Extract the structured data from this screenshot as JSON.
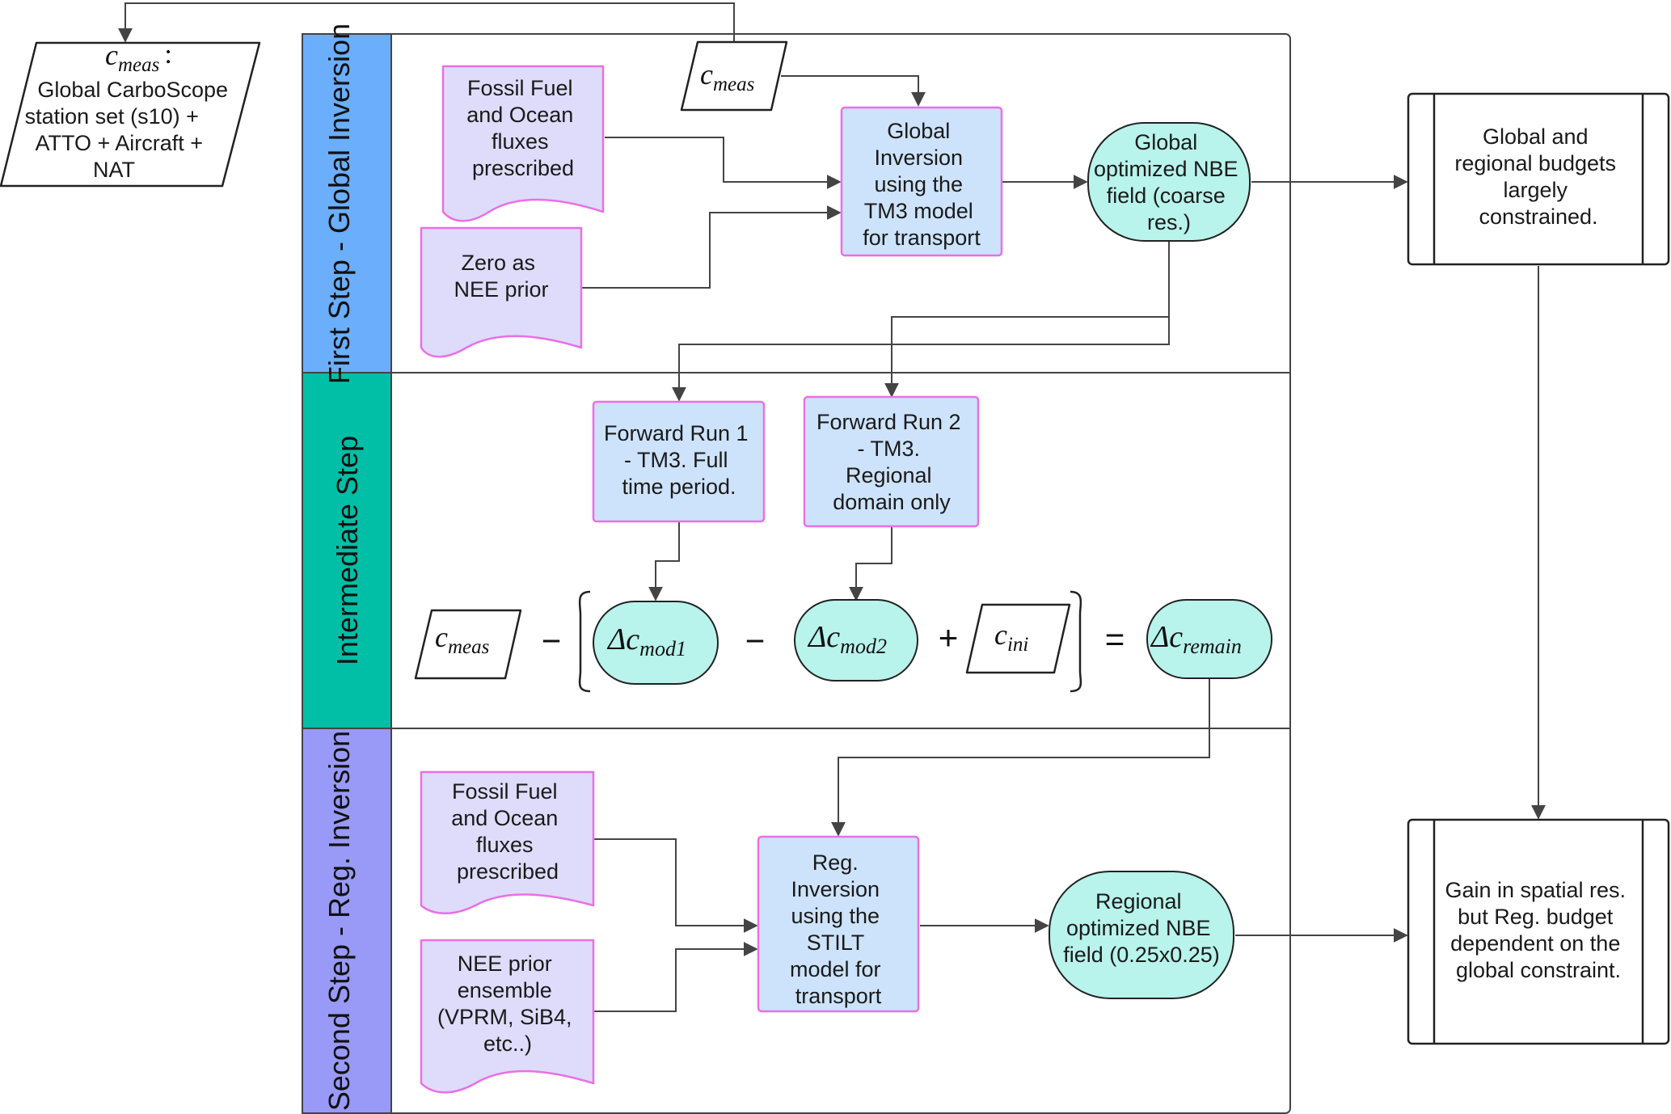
{
  "colors": {
    "lane_first": "#6aaefc",
    "lane_intermediate": "#00bfa6",
    "lane_second": "#9999f7",
    "process_fill": "#cde3fb",
    "process_stroke": "#ea6fe5",
    "document_fill": "#dedcfa",
    "document_stroke": "#ea6fe5",
    "terminal_fill": "#b8f3ec",
    "edge": "#444444"
  },
  "lanes": {
    "first": "First Step - Global Inversion",
    "intermediate": "Intermediate Step",
    "second": "Second Step - Reg. Inversion"
  },
  "input": {
    "symbol_base": "c",
    "symbol_sub": "meas",
    "symbol_colon": ":",
    "lines": [
      "Global CarboScope",
      "station set (s10) +",
      "ATTO + Aircraft +",
      "NAT"
    ]
  },
  "first_step": {
    "cmeas_base": "c",
    "cmeas_sub": "meas",
    "ff_lines": [
      "Fossil Fuel",
      "and Ocean",
      "fluxes",
      "prescribed"
    ],
    "zero_lines": [
      "Zero as",
      "NEE prior"
    ],
    "global_inv_lines": [
      "Global",
      "Inversion",
      "using the",
      "TM3 model",
      "for transport"
    ],
    "nbe_lines": [
      "Global",
      "optimized NBE",
      "field (coarse",
      "res.)"
    ]
  },
  "intermediate": {
    "fwd1_lines": [
      "Forward Run 1",
      "- TM3. Full",
      "time period."
    ],
    "fwd2_lines": [
      "Forward Run 2",
      "- TM3.",
      "Regional",
      "domain only"
    ],
    "eq_cmeas_base": "c",
    "eq_cmeas_sub": "meas",
    "minus1": "−",
    "delta1_base": "Δc",
    "delta1_sub": "mod1",
    "minus2": "−",
    "delta2_base": "Δc",
    "delta2_sub": "mod2",
    "plus": "+",
    "cini_base": "c",
    "cini_sub": "ini",
    "equals": "=",
    "remain_base": "Δc",
    "remain_sub": "remain"
  },
  "second_step": {
    "ff_lines": [
      "Fossil Fuel",
      "and Ocean",
      "fluxes",
      "prescribed"
    ],
    "nee_lines": [
      "NEE prior",
      "ensemble",
      "(VPRM, SiB4,",
      "etc..)"
    ],
    "reg_inv_lines": [
      "Reg.",
      "Inversion",
      "using the",
      "STILT",
      "model for",
      "transport"
    ],
    "reg_nbe_lines": [
      "Regional",
      "optimized NBE",
      "field (0.25x0.25)"
    ]
  },
  "outcomes": {
    "global_lines": [
      "Global and",
      "regional budgets",
      "largely",
      "constrained."
    ],
    "regional_lines": [
      "Gain in spatial res.",
      "but Reg. budget",
      "dependent on the",
      "global constraint."
    ]
  }
}
